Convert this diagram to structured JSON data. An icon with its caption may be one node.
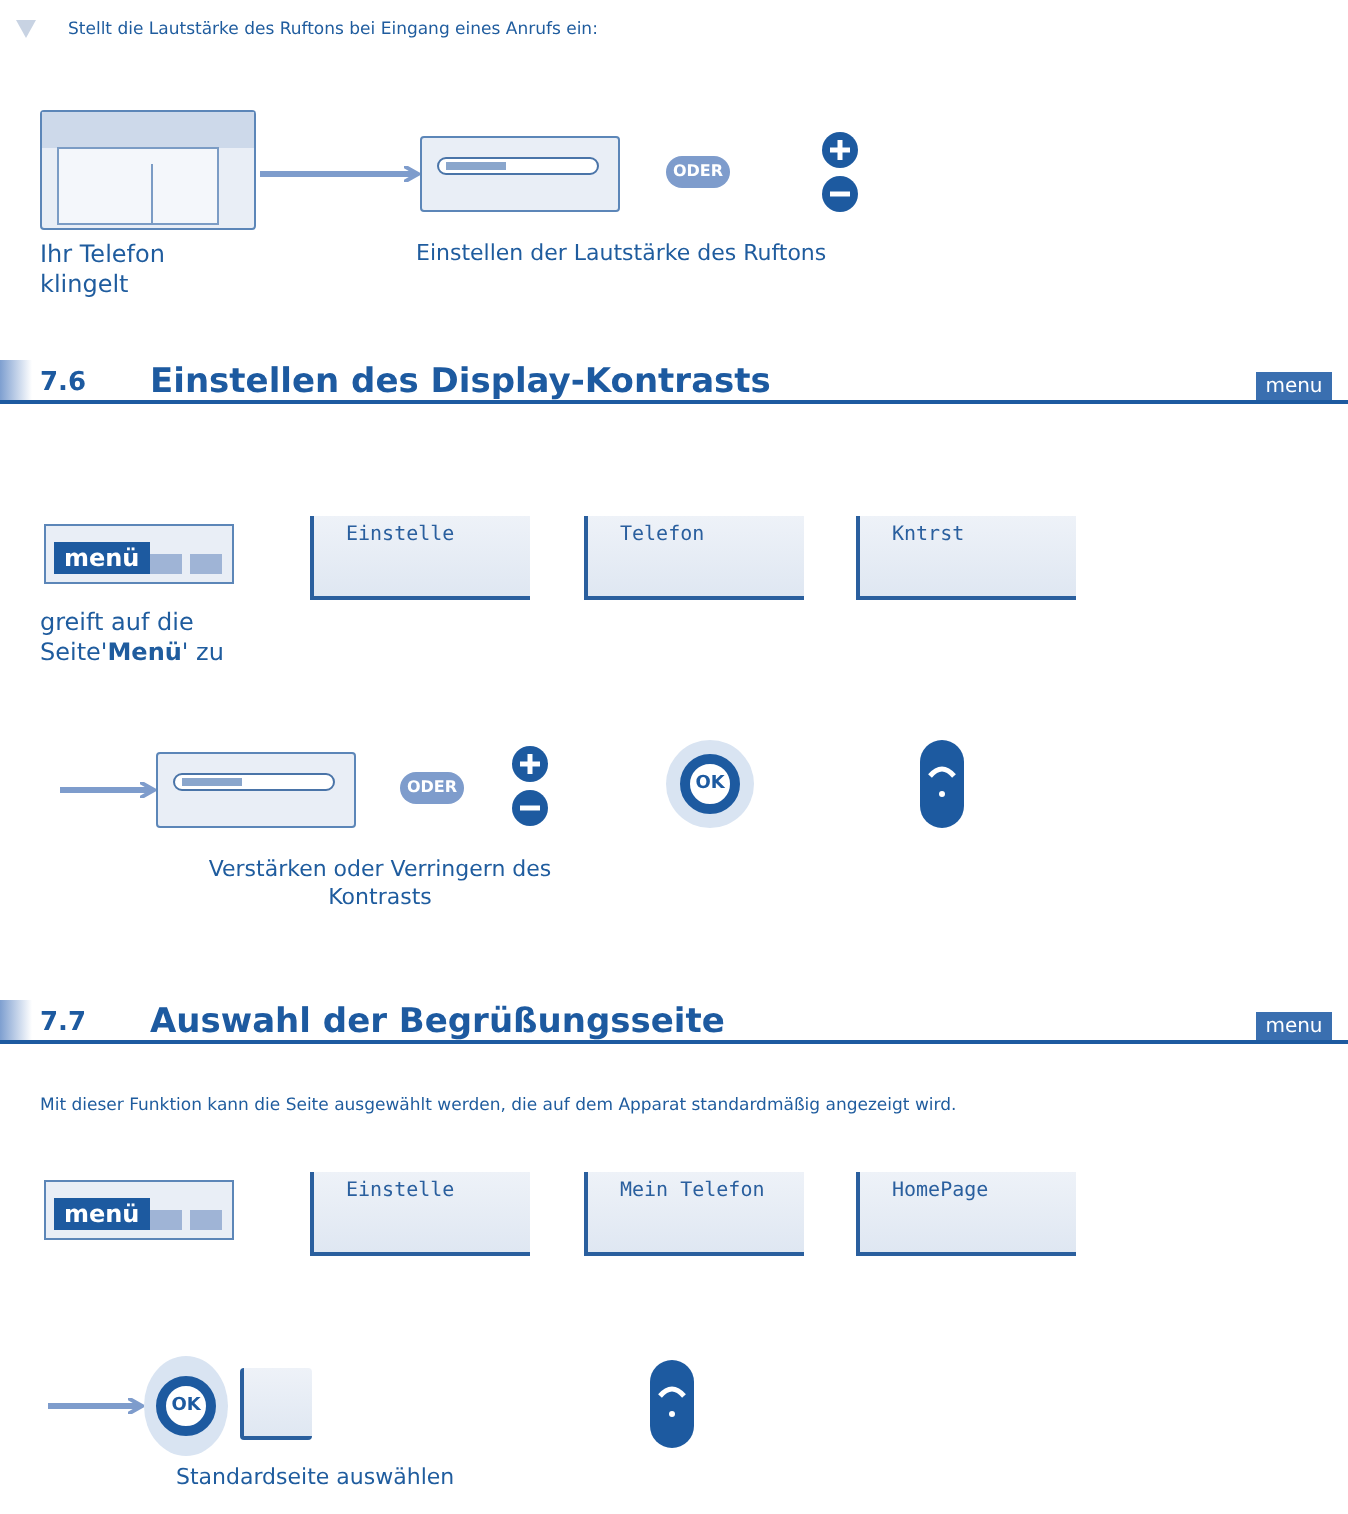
{
  "diagram": {
    "nodes": [
      {
        "text": [],
        "shape": "box",
        "beside": [
          "Ihr Telefon klingelt"
        ]
      },
      {
        "text": [],
        "shape": "box"
      },
      {
        "text": [
          "ODER"
        ]
      },
      {
        "text": [
          "menü"
        ],
        "beside": [
          "greift auf die Seite'**Menü**' zu"
        ]
      },
      {
        "text": [
          "Einstelle"
        ]
      },
      {
        "text": [
          "Telefon"
        ]
      },
      {
        "text": [
          "Kntrst"
        ]
      },
      {
        "text": [],
        "shape": "box"
      },
      {
        "text": [
          "ODER"
        ]
      },
      {
        "text": [
          "OK"
        ]
      },
      {
        "text": [
          "menü"
        ]
      },
      {
        "text": [
          "Einstelle"
        ]
      },
      {
        "text": [
          "Mein Telefon"
        ]
      },
      {
        "text": [
          "HomePage"
        ]
      },
      {
        "text": [
          "OK"
        ]
      },
      {
        "text": [],
        "shape": "box"
      }
    ],
    "edges": [
      {
        "from": 0,
        "to": 1,
        "arrow": "to"
      },
      {
        "from": null,
        "to": 7,
        "arrow": "to"
      },
      {
        "from": null,
        "to": 14,
        "arrow": "to"
      }
    ],
    "labels": [
      "Stellt die Lautstärke des Ruftons bei Eingang eines Anrufs ein:",
      "Einstellen der Lautstärke des Ruftons",
      "7.6",
      "Einstellen des Display-Kontrasts",
      "menu",
      "Verstärken oder Verringern des Kontrasts",
      "7.7",
      "Auswahl der Begrüßungsseite",
      "menu",
      "Mit dieser Funktion kann die Seite ausgewählt werden, die auf dem Apparat standardmäßig angezeigt wird.",
      "Standardseite auswählen"
    ]
  }
}
